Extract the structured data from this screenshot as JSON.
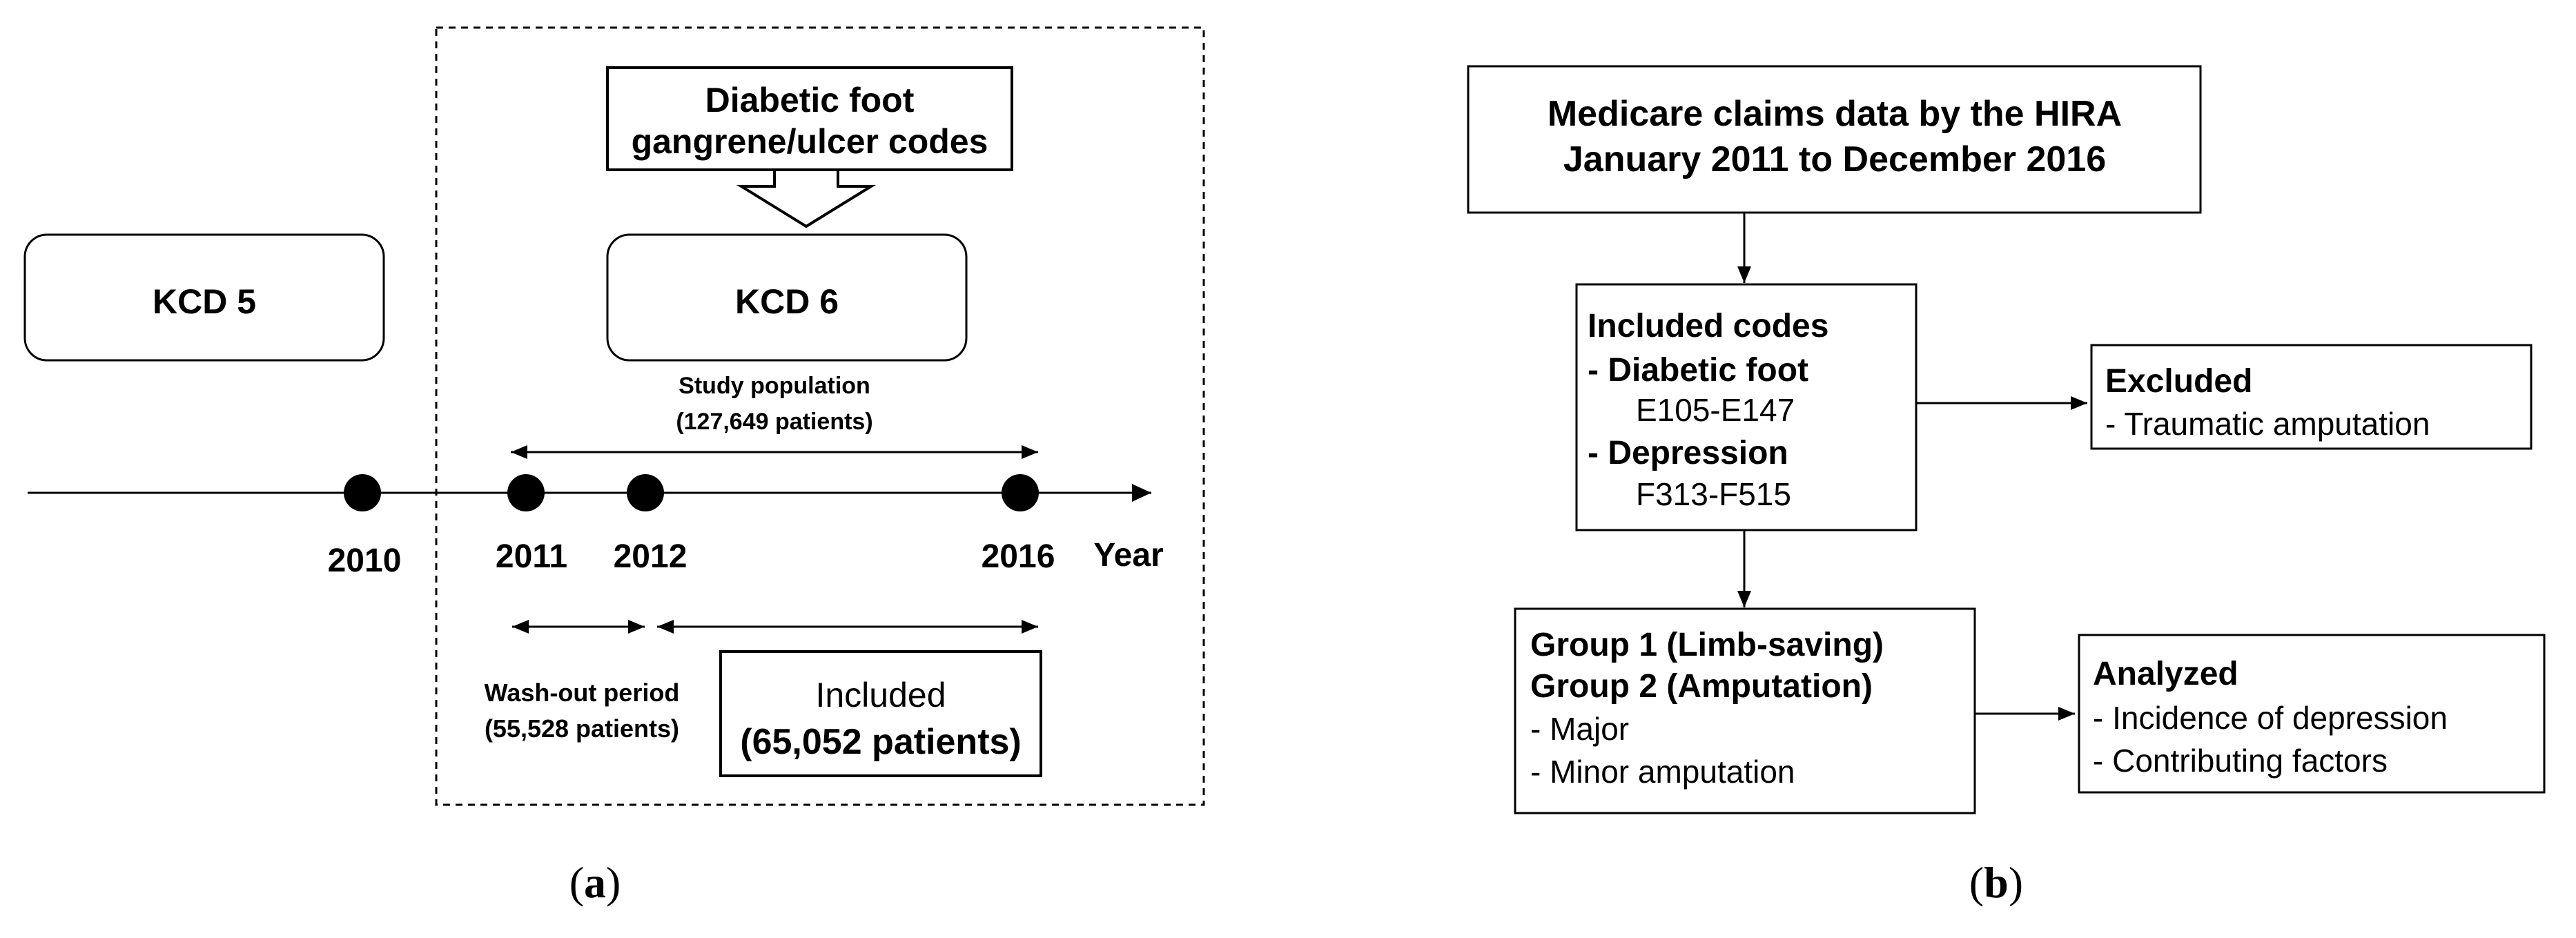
{
  "panel_a": {
    "top_box": {
      "line1": "Diabetic foot",
      "line2": "gangrene/ulcer codes"
    },
    "kcd5": "KCD 5",
    "kcd6": "KCD 6",
    "study_population": {
      "line1": "Study population",
      "line2": "(127,649 patients)"
    },
    "years": [
      "2010",
      "2011",
      "2012",
      "2016"
    ],
    "axis_label": "Year",
    "washout": {
      "line1": "Wash-out period",
      "line2": "(55,528 patients)"
    },
    "included": {
      "line1": "Included",
      "line2": "(65,052 patients)"
    },
    "caption": {
      "open": "(",
      "letter": "a",
      "close": ")"
    }
  },
  "panel_b": {
    "source_box": {
      "line1": "Medicare claims data by the HIRA",
      "line2": "January 2011 to December 2016"
    },
    "codes_box": {
      "title": "Included codes",
      "item1": "- Diabetic foot",
      "item1_codes": "E105-E147",
      "item2": "- Depression",
      "item2_codes": "F313-F515"
    },
    "excluded_box": {
      "title": "Excluded",
      "item1": "- Traumatic amputation"
    },
    "groups_box": {
      "line1": "Group 1 (Limb-saving)",
      "line2": "Group 2 (Amputation)",
      "item1": "- Major",
      "item2": "- Minor amputation"
    },
    "analyzed_box": {
      "title": "Analyzed",
      "item1": "- Incidence of depression",
      "item2": "- Contributing factors"
    },
    "caption": {
      "open": "(",
      "letter": "b",
      "close": ")"
    }
  }
}
